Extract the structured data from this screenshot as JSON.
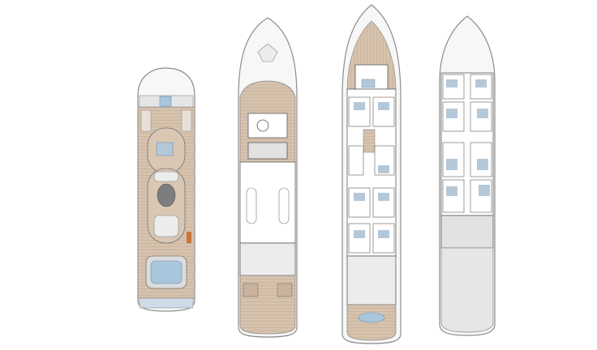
{
  "colors": {
    "deck_wood": "#d6c2ad",
    "teak_stripe": "#c9b39c",
    "hull_outline": "#8c8c8c",
    "hull_fill": "#f5f5f5",
    "bed_blue": "#b5c8d8",
    "pool_blue": "#a9c7dc",
    "grey_floor": "#e2e2e2",
    "interior_white": "#ffffff",
    "wall_dark": "#5c5c5c",
    "accent_orange": "#c9743a"
  },
  "decks": [
    {
      "id": "sun-deck"
    },
    {
      "id": "upper-deck"
    },
    {
      "id": "main-deck"
    },
    {
      "id": "lower-deck"
    }
  ]
}
